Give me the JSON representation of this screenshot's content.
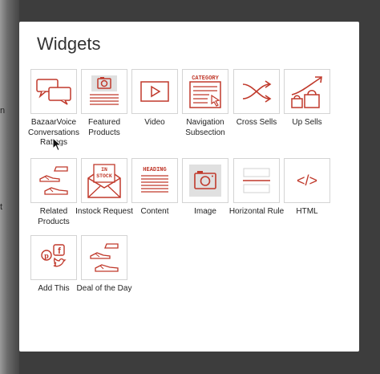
{
  "background": {
    "left_fragment_1": "n",
    "left_fragment_2": "t"
  },
  "dialog": {
    "title": "Widgets",
    "accent_color": "#c0392b",
    "widgets": [
      {
        "label": "BazaarVoice Conversations Ratings",
        "icon": "chat-bubbles-icon"
      },
      {
        "label": "Featured Products",
        "icon": "featured-camera-icon"
      },
      {
        "label": "Video",
        "icon": "video-play-icon"
      },
      {
        "label": "Navigation Subsection",
        "icon": "category-nav-icon",
        "icon_text": "CATEGORY"
      },
      {
        "label": "Cross Sells",
        "icon": "cross-arrows-icon"
      },
      {
        "label": "Up Sells",
        "icon": "shopping-bags-trend-icon"
      },
      {
        "label": "Related Products",
        "icon": "shoes-icon"
      },
      {
        "label": "Instock Request",
        "icon": "envelope-instock-icon",
        "icon_text_1": "IN",
        "icon_text_2": "STOCK"
      },
      {
        "label": "Content",
        "icon": "heading-text-icon",
        "icon_text": "HEADING"
      },
      {
        "label": "Image",
        "icon": "camera-image-icon"
      },
      {
        "label": "Horizontal Rule",
        "icon": "horizontal-rule-icon"
      },
      {
        "label": "HTML",
        "icon": "code-brackets-icon",
        "icon_text": "</>"
      },
      {
        "label": "Add This",
        "icon": "social-share-icon",
        "icon_text_1": "f"
      },
      {
        "label": "Deal of the Day",
        "icon": "shoes-deal-icon"
      }
    ]
  }
}
